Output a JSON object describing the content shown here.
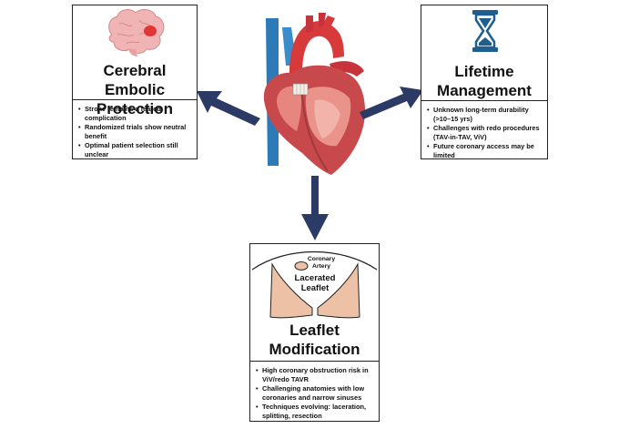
{
  "colors": {
    "arrow": "#2c3a66",
    "heart": "#c8494c",
    "aorta": "#d63a3a",
    "vena": "#2c7ab8",
    "leaflet": "#ecc1a5",
    "hourglass": "#1f5f8f",
    "brain": "#f0b4b4"
  },
  "panels": {
    "cerebral": {
      "title_line1": "Cerebral Embolic",
      "title_line2": "Protection",
      "icon": "brain-icon",
      "bullets": [
        "Stroke remains a feared complication",
        "Randomized trials show neutral benefit",
        "Optimal patient selection still unclear"
      ]
    },
    "lifetime": {
      "title_line1": "Lifetime",
      "title_line2": "Management",
      "icon": "hourglass-icon",
      "bullets": [
        "Unknown long-term durability (>10–15 yrs)",
        "Challenges with redo procedures (TAV-in-TAV, ViV)",
        "Future coronary access may be limited"
      ]
    },
    "leaflet": {
      "title_line1": "Leaflet",
      "title_line2": "Modification",
      "diagram_labels": {
        "coronary_line1": "Coronary",
        "coronary_line2": "Artery",
        "leaflet_line1": "Lacerated",
        "leaflet_line2": "Leaflet"
      },
      "bullets": [
        "High coronary obstruction risk in ViV/redo TAVR",
        "Challenging anatomies with low coronaries and narrow sinuses",
        "Techniques evolving: laceration, splitting, resection"
      ]
    }
  }
}
